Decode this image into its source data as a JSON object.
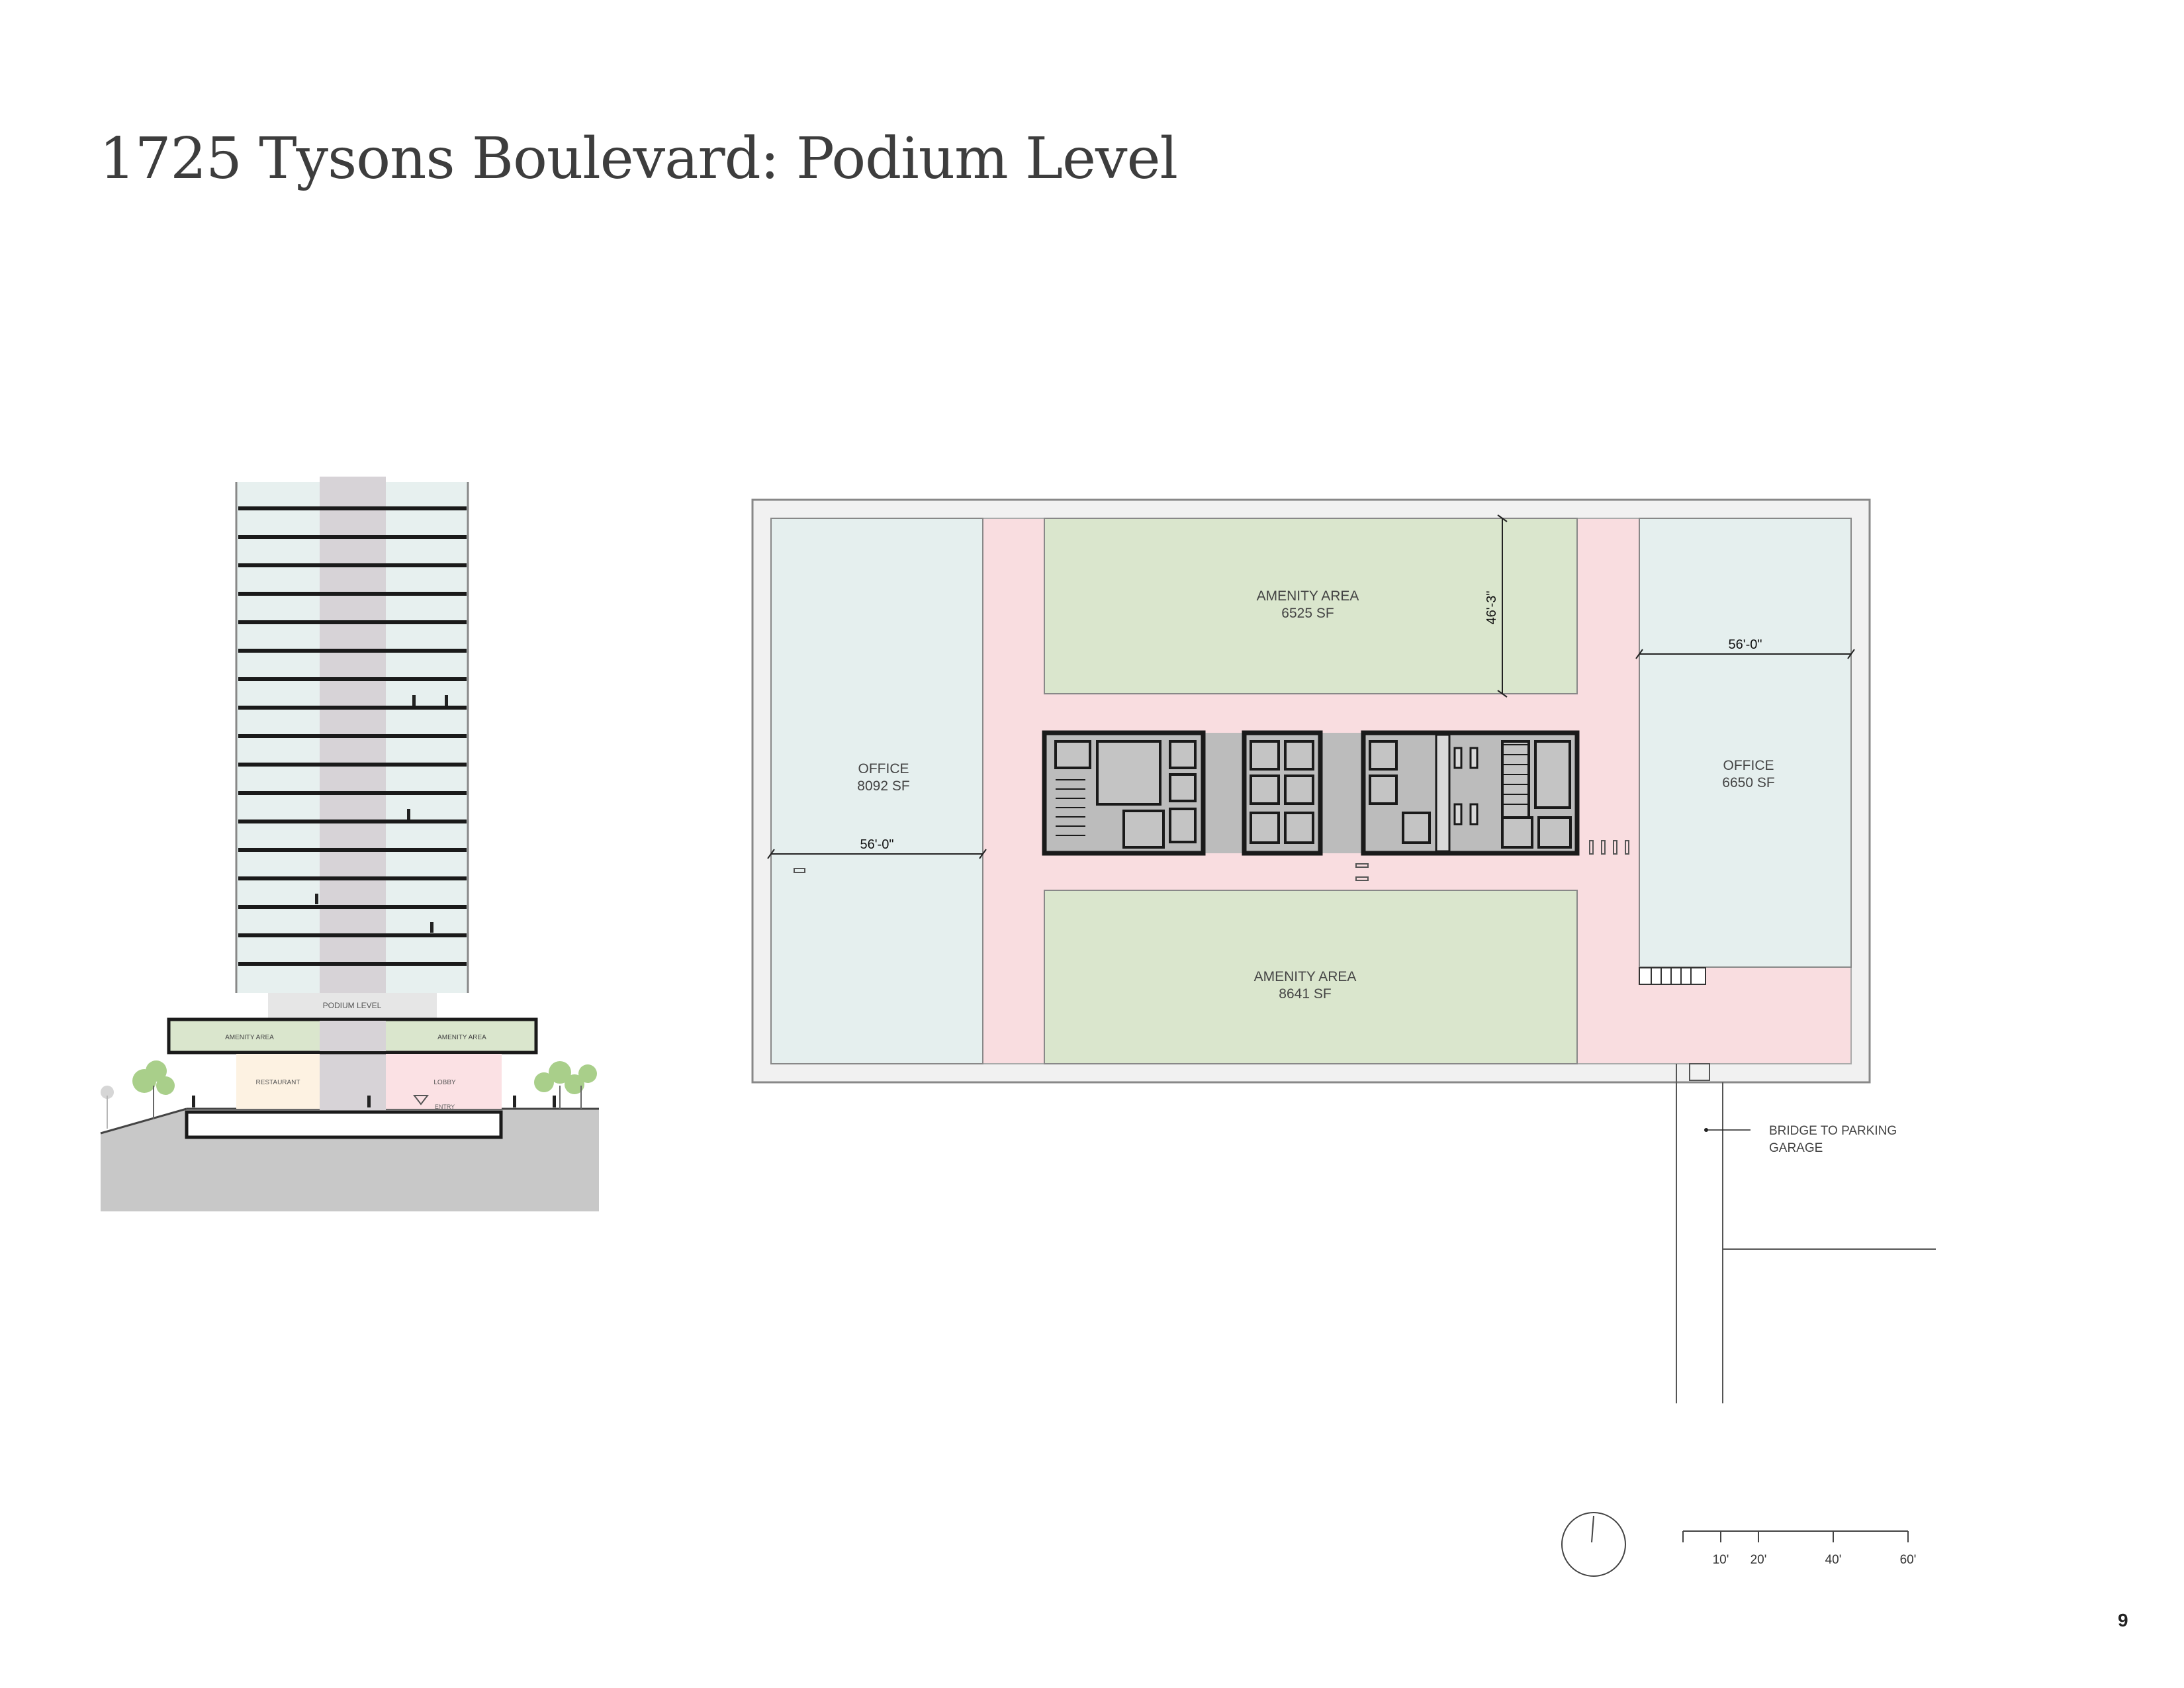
{
  "page": {
    "title": "1725 Tysons Boulevard: Podium Level",
    "page_number": "9"
  },
  "colors": {
    "office": "#e5efee",
    "amenity": "#dae6cd",
    "circulation": "#f9dde0",
    "core": "#bcbcbc",
    "restaurant": "#fdf2e2",
    "lobby": "#fbe1e4",
    "ground": "#c8c8c8",
    "tower_core": "#d7d3d7",
    "glass": "#e7f0ef",
    "tree": "#a9cf8a"
  },
  "section": {
    "podium_label": "PODIUM LEVEL",
    "amenity_left": "AMENITY AREA",
    "amenity_right": "AMENITY AREA",
    "restaurant": "RESTAURANT",
    "lobby": "LOBBY",
    "entry": "ENTRY"
  },
  "plan": {
    "office_west": {
      "name": "OFFICE",
      "area": "8092 SF"
    },
    "office_east": {
      "name": "OFFICE",
      "area": "6650 SF"
    },
    "amenity_north": {
      "name": "AMENITY AREA",
      "area": "6525 SF"
    },
    "amenity_south": {
      "name": "AMENITY AREA",
      "area": "8641 SF"
    },
    "dim_west_width": "56'-0\"",
    "dim_east_width": "56'-0\"",
    "dim_north_depth": "46'-3\"",
    "bridge_label_1": "BRIDGE TO PARKING",
    "bridge_label_2": "GARAGE"
  },
  "scale_bar": {
    "ticks": [
      "10'",
      "20'",
      "40'",
      "60'"
    ]
  }
}
